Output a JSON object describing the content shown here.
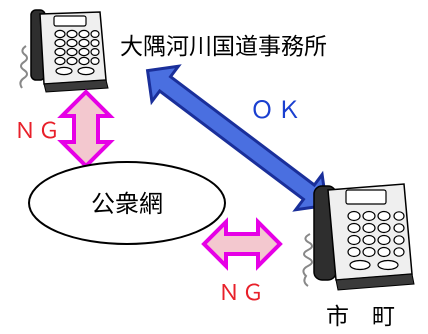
{
  "labels": {
    "top_office": "大隅河川国道事務所",
    "bottom_office": "市　町",
    "network": "公衆網",
    "ok": "ＯＫ",
    "ng_left": "ＮＧ",
    "ng_bottom": "ＮＧ"
  },
  "colors": {
    "ok_arrow_fill": "#4a6fe0",
    "ok_arrow_stroke": "#1a2f9a",
    "ng_arrow_fill": "#f3c8cf",
    "ng_arrow_stroke": "#e600e6",
    "ng_text": "#e8202a",
    "ok_text": "#1a3fd0",
    "text": "#000000"
  }
}
